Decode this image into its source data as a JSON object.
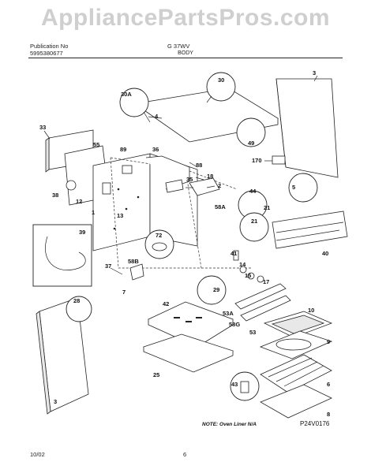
{
  "watermark": "AppliancePartsPros.com",
  "header": {
    "publication_label": "Publication No",
    "publication_no": "5995380677",
    "model": "G 37WV"
  },
  "section_title": "BODY",
  "footer": {
    "date": "10/02",
    "page": "6"
  },
  "note": "NOTE: Oven Liner N/A",
  "diagram_ref": "P24V0176",
  "callouts": [
    "30",
    "30A",
    "49",
    "44",
    "21",
    "72",
    "29",
    "28",
    "43",
    "5",
    "39"
  ],
  "labels": [
    "3",
    "4",
    "33",
    "55",
    "89",
    "36",
    "88",
    "18",
    "35",
    "2",
    "38",
    "12",
    "1",
    "13",
    "58A",
    "170",
    "21",
    "40",
    "41",
    "14",
    "15",
    "17",
    "58B",
    "37",
    "7",
    "42",
    "53A",
    "58G",
    "53",
    "10",
    "9",
    "25",
    "6",
    "8",
    "3"
  ]
}
